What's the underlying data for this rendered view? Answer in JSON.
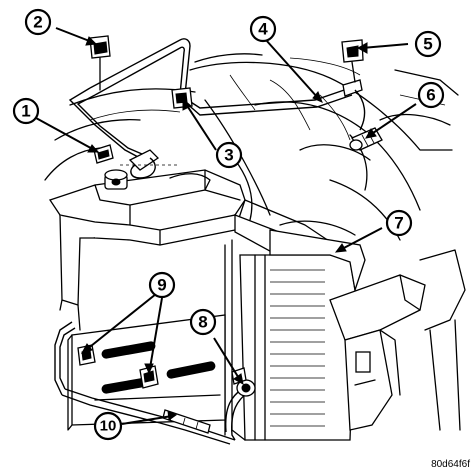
{
  "figure_code": "80d64f6f",
  "callouts": [
    {
      "id": "callout-1",
      "label": "1"
    },
    {
      "id": "callout-2",
      "label": "2"
    },
    {
      "id": "callout-3",
      "label": "3"
    },
    {
      "id": "callout-4",
      "label": "4"
    },
    {
      "id": "callout-5",
      "label": "5"
    },
    {
      "id": "callout-6",
      "label": "6"
    },
    {
      "id": "callout-7",
      "label": "7"
    },
    {
      "id": "callout-8",
      "label": "8"
    },
    {
      "id": "callout-9",
      "label": "9"
    },
    {
      "id": "callout-10",
      "label": "10"
    }
  ]
}
